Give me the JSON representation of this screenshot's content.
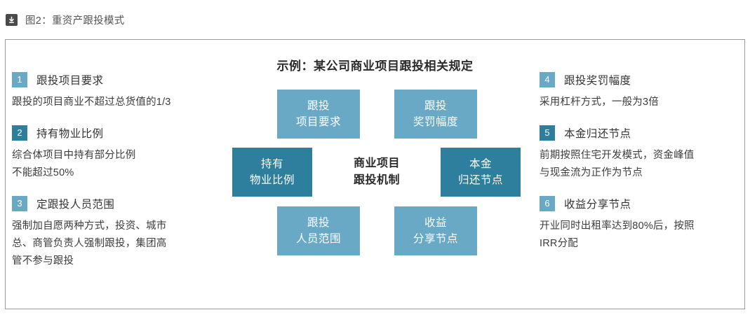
{
  "caption": {
    "icon": "download-icon",
    "text": "图2：重资产跟投模式"
  },
  "panel": {
    "title": "示例：某公司商业项目跟投相关规定"
  },
  "colors": {
    "accent_light": "#6aa9c6",
    "accent_dark": "#2d7f9d",
    "panel_border": "#9a9a9a",
    "text": "#3a3a3a"
  },
  "left_items": [
    {
      "number": "1",
      "title": "跟投项目要求",
      "body": "跟投的项目商业不超过总货值的1/3",
      "badge_style": "light"
    },
    {
      "number": "2",
      "title": "持有物业比例",
      "body": "综合体项目中持有部分比例\n不能超过50%",
      "badge_style": "dark"
    },
    {
      "number": "3",
      "title": "定跟投人员范围",
      "body": "强制加自愿两种方式，投资、城市\n总、商管负责人强制跟投，集团高\n管不参与跟投",
      "badge_style": "light"
    }
  ],
  "right_items": [
    {
      "number": "4",
      "title": "跟投奖罚幅度",
      "body": "采用杠杆方式，一般为3倍",
      "badge_style": "light"
    },
    {
      "number": "5",
      "title": "本金归还节点",
      "body": "前期按照住宅开发模式，资金峰值\n与现金流为正作为节点",
      "badge_style": "dark"
    },
    {
      "number": "6",
      "title": "收益分享节点",
      "body": "开业同时出租率达到80%后，按照\nIRR分配",
      "badge_style": "light"
    }
  ],
  "diagram": {
    "center": "商业项目\n跟投机制",
    "nodes": {
      "top_left": "跟投\n项目要求",
      "top_right": "跟投\n奖罚幅度",
      "middle_left": "持有\n物业比例",
      "middle_right": "本金\n归还节点",
      "bottom_left": "跟投\n人员范围",
      "bottom_right": "收益\n分享节点"
    }
  }
}
